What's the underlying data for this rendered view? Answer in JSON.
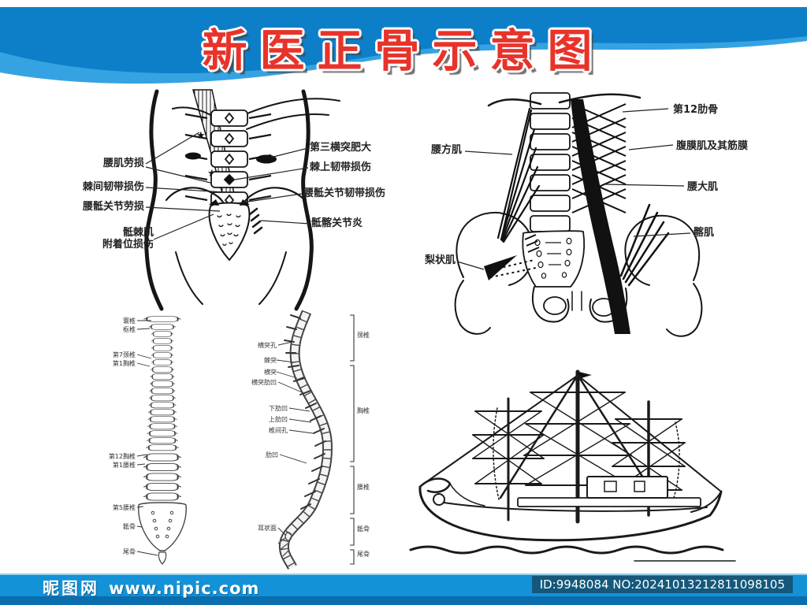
{
  "page_title": "新医正骨示意图",
  "figures": {
    "lumbar": {
      "labels": {
        "l1": "腰肌劳损",
        "l2": "棘间韧带损伤",
        "l3": "腰骶关节劳损",
        "l4a": "骶棘肌",
        "l4b": "附着位损伤",
        "r1": "第三横突肥大",
        "r2": "棘上韧带损伤",
        "r3": "腰骶关节韧带损伤",
        "r4": "骶髂关节炎"
      }
    },
    "pelvis": {
      "labels": {
        "left1": "腰方肌",
        "left2": "梨状肌",
        "right1": "第12肋骨",
        "right2": "腹膜肌及其筋膜",
        "right3": "腰大肌",
        "right4": "髂肌"
      }
    },
    "spine_front": {
      "labels": [
        "寰椎",
        "枢椎",
        "第7颈椎",
        "第1胸椎",
        "第12胸椎",
        "第1腰椎",
        "第5腰椎",
        "骶骨",
        "尾骨"
      ]
    },
    "spine_side": {
      "labels_left": [
        "横突孔",
        "棘突",
        "横突",
        "横突肋凹",
        "下肋凹",
        "上肋凹",
        "椎间孔",
        "肋凹",
        "耳状面"
      ],
      "labels_right": [
        "颈椎",
        "胸椎",
        "腰椎",
        "骶骨",
        "尾骨"
      ]
    }
  },
  "footer": {
    "site_name": "昵图网",
    "site_url": "www.nipic.com",
    "id_text": "ID:9948084 NO:20241013212811098105"
  },
  "colors": {
    "wave_blue": "#0d7fc9",
    "wave_blue_light": "#35a3e2",
    "title_red": "#e8332a",
    "footer_blue": "#1392d8",
    "footer_dark_stripe": "#0a6dad",
    "id_box_bg": "#14587c"
  }
}
